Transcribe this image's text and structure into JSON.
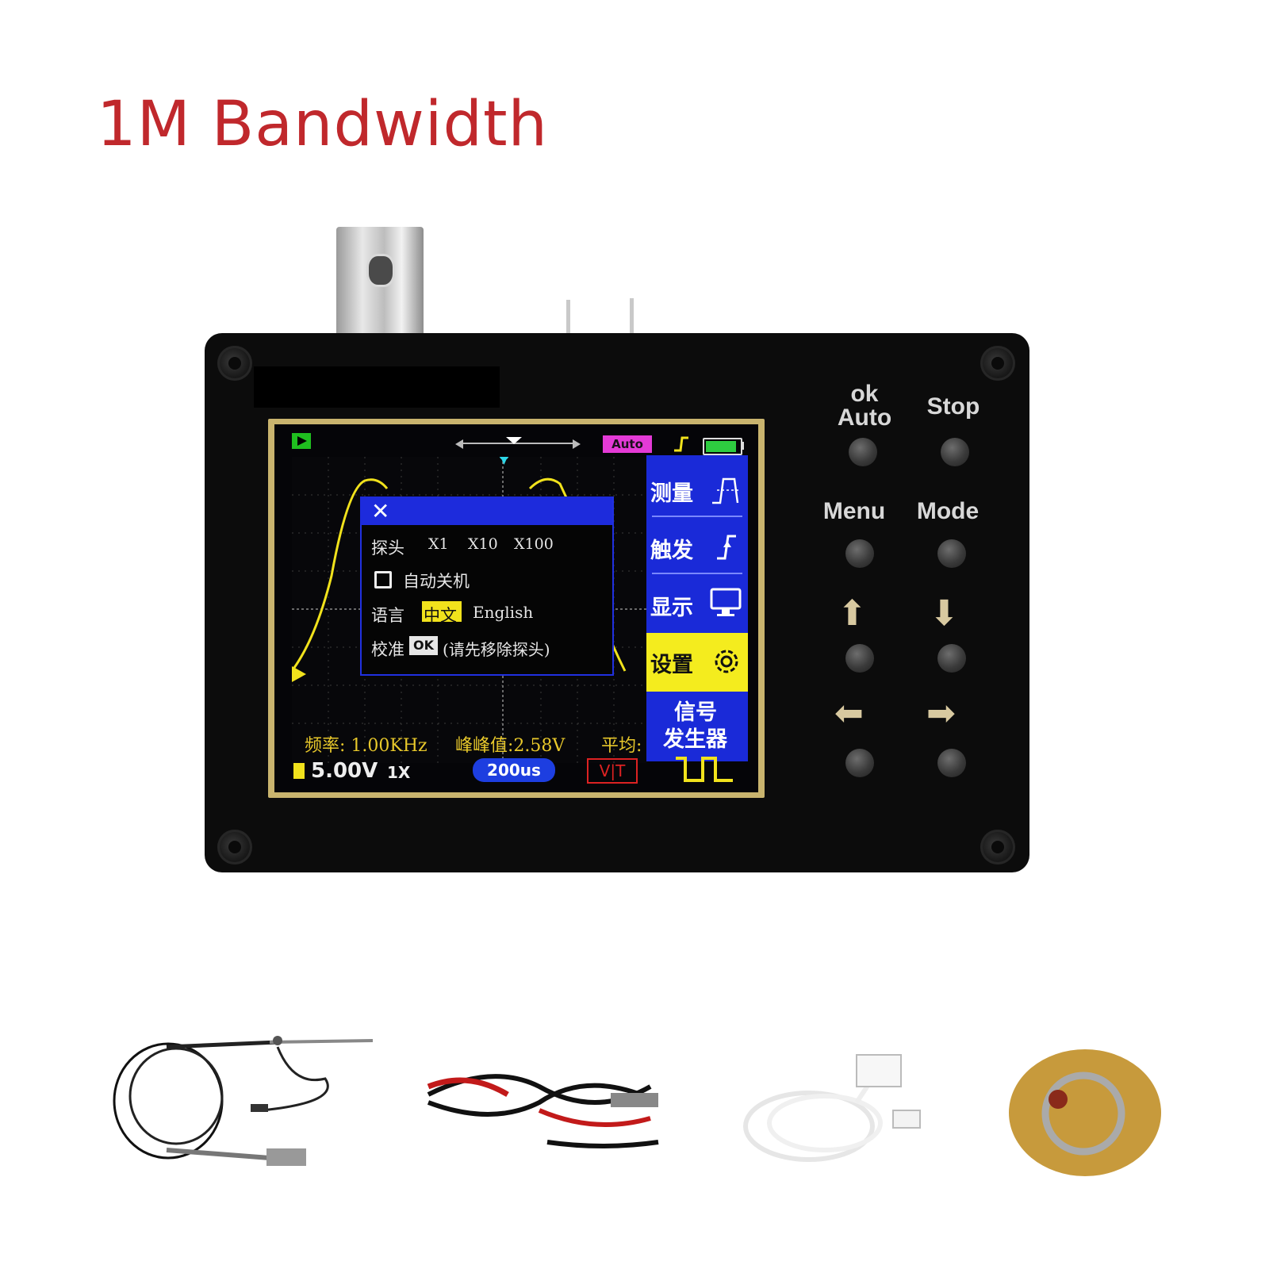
{
  "headline": "1M Bandwidth",
  "screen": {
    "mode_badge": "Auto",
    "dialog": {
      "probe_label": "探头",
      "probe_x1": "X1",
      "probe_x10": "X10",
      "probe_x100": "X100",
      "auto_off": "自动关机",
      "language_label": "语言",
      "language_zh": "中文",
      "language_en": "English",
      "calibrate_label": "校准",
      "calibrate_ok": "OK",
      "calibrate_hint": "(请先移除探头)"
    },
    "menu": {
      "measure": "测量",
      "trigger": "触发",
      "display": "显示",
      "settings": "设置",
      "signal_generator_1": "信号",
      "signal_generator_2": "发生器"
    },
    "readouts": {
      "frequency": "频率: 1.00KHz",
      "peak_to_peak": "峰峰值:2.58V",
      "average": "平均:"
    },
    "status_bar": {
      "volts_div": "5.00V",
      "probe_factor": "1X",
      "timebase": "200us",
      "vt": "V|T"
    }
  },
  "buttons": {
    "ok_auto_1": "ok",
    "ok_auto_2": "Auto",
    "stop": "Stop",
    "menu": "Menu",
    "mode": "Mode"
  },
  "colors": {
    "headline": "#c0282c",
    "trace": "#f1e21c",
    "menu_blue": "#1a2ad8",
    "menu_active": "#f4ec1e"
  },
  "icons": [
    "play-icon",
    "battery-icon",
    "tools-icon",
    "gear-icon",
    "monitor-icon",
    "arrow-up-icon",
    "arrow-down-icon",
    "arrow-left-icon",
    "arrow-right-icon"
  ]
}
